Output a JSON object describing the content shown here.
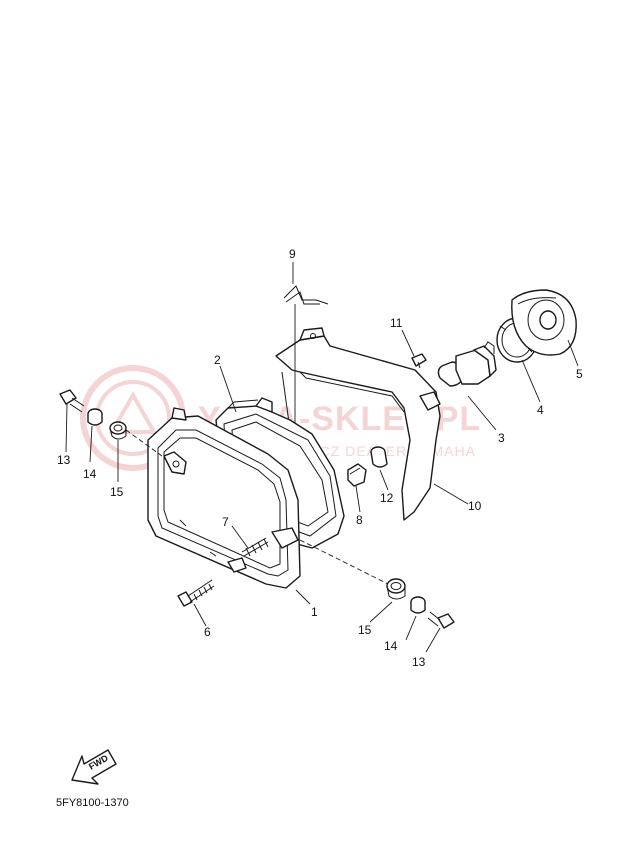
{
  "watermark": {
    "title": "YAMA-SKLEP.PL",
    "subtitle": "WOJCIECHOWICZ DEALER YAMAHA"
  },
  "colors": {
    "watermark": "#f4d4d4",
    "line": "#1a1a1a"
  },
  "fwd_label": "FWD",
  "diagram_code": "5FY8100-1370",
  "callouts": [
    {
      "id": "c1",
      "label": "1"
    },
    {
      "id": "c2",
      "label": "2"
    },
    {
      "id": "c3",
      "label": "3"
    },
    {
      "id": "c4",
      "label": "4"
    },
    {
      "id": "c5",
      "label": "5"
    },
    {
      "id": "c6",
      "label": "6"
    },
    {
      "id": "c7",
      "label": "7"
    },
    {
      "id": "c8",
      "label": "8"
    },
    {
      "id": "c9",
      "label": "9"
    },
    {
      "id": "c10",
      "label": "10"
    },
    {
      "id": "c11",
      "label": "11"
    },
    {
      "id": "c12",
      "label": "12"
    },
    {
      "id": "c13a",
      "label": "13"
    },
    {
      "id": "c14a",
      "label": "14"
    },
    {
      "id": "c15a",
      "label": "15"
    },
    {
      "id": "c13b",
      "label": "13"
    },
    {
      "id": "c14b",
      "label": "14"
    },
    {
      "id": "c15b",
      "label": "15"
    }
  ]
}
